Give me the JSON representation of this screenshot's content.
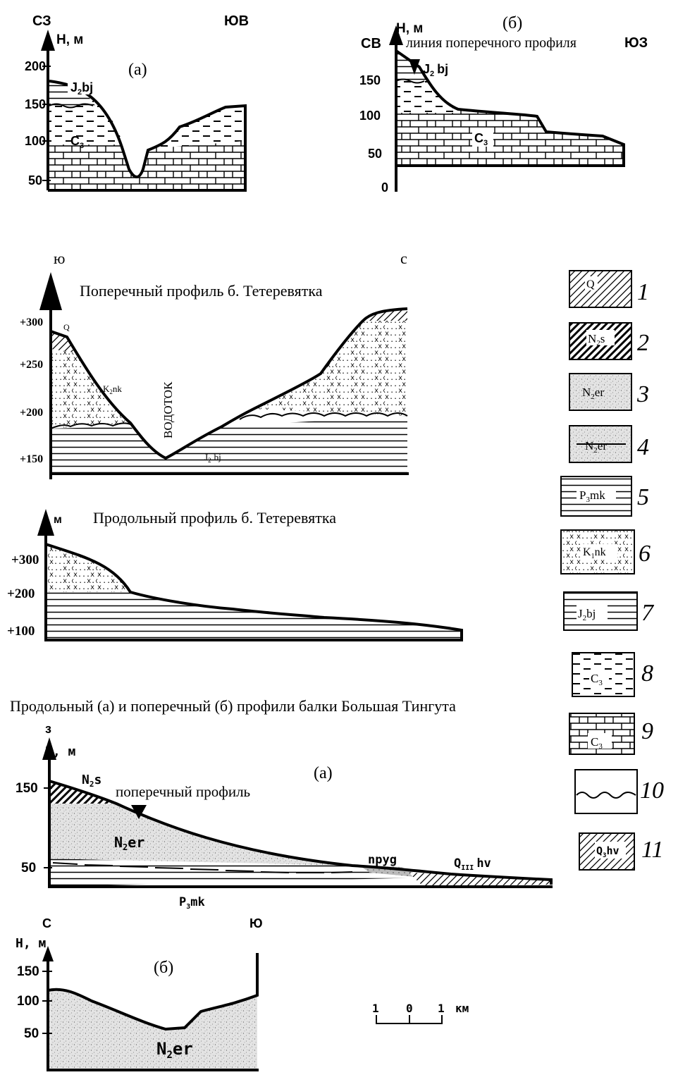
{
  "top_a": {
    "dir_left": "СЗ",
    "dir_right": "ЮВ",
    "axis": "Н, м",
    "label": "(а)",
    "ticks": [
      "200",
      "150",
      "100",
      "50"
    ],
    "unit_j": "J",
    "unit_j_sub": "2",
    "unit_j_rest": "bj",
    "unit_c": "C",
    "unit_c_sub": "3"
  },
  "top_b": {
    "label": "(б)",
    "axis": "Н, м",
    "dir_left": "СВ",
    "dir_right": "ЮЗ",
    "profile_line": "линия поперечного профиля",
    "ticks": [
      "150",
      "100",
      "50",
      "0"
    ],
    "unit_j": "J",
    "unit_j_sub": "2",
    "unit_j_rest": "bj",
    "unit_c": "C",
    "unit_c_sub": "3"
  },
  "cross": {
    "dir_left": "ю",
    "dir_right": "с",
    "title": "Поперечный профиль б. Тетеревятка",
    "ticks": [
      "+300",
      "+250",
      "+200",
      "+150"
    ],
    "q": "Q",
    "k": "K",
    "k_sub": "2",
    "k_rest": "nk",
    "stream": "ВОДОТОК",
    "j": "J",
    "j_sub": "2",
    "j_rest": "bj"
  },
  "longp": {
    "axis": "м",
    "title": "Продольный профиль б. Тетеревятка",
    "ticks": [
      "+300",
      "+200",
      "+100"
    ]
  },
  "tingut": {
    "title": "Продольный (а) и поперечный (б) профили балки Большая Тингута",
    "dir": "з",
    "axis": "Н, м",
    "label": "(а)",
    "ticks": [
      "150",
      "50"
    ],
    "n2s": "N",
    "n2s_sub": "2",
    "n2s_rest": "s",
    "profile": "поперечный профиль",
    "n2er": "N",
    "n2er_sub": "2",
    "n2er_rest": "er",
    "npyg": "npyg",
    "qhv": "Q",
    "qhv_sub": "III",
    "qhv_rest": "hv",
    "pmk": "P",
    "pmk_sub": "3",
    "pmk_rest": "mk"
  },
  "tingut_b": {
    "dir_left": "С",
    "dir_right": "Ю",
    "axis": "Н, м",
    "label": "(б)",
    "ticks": [
      "150",
      "100",
      "50"
    ],
    "n2er": "N",
    "n2er_sub": "2",
    "n2er_rest": "er"
  },
  "scale": {
    "left": "1",
    "mid": "0",
    "right": "1",
    "unit": "км"
  },
  "legend": [
    {
      "num": "1",
      "text": "Q"
    },
    {
      "num": "2",
      "text": "N",
      "sub": "2",
      "rest": "s"
    },
    {
      "num": "3",
      "text": "N",
      "sub": "2",
      "rest": "er"
    },
    {
      "num": "4",
      "text": "N",
      "sub": "2",
      "rest": "er"
    },
    {
      "num": "5",
      "text": "P",
      "sub": "3",
      "rest": "mk"
    },
    {
      "num": "6",
      "text": "K",
      "sub": "1",
      "rest": "nk"
    },
    {
      "num": "7",
      "text": "J",
      "sub": "2",
      "rest": "bj"
    },
    {
      "num": "8",
      "text": "C",
      "sub": "3",
      "rest": ""
    },
    {
      "num": "9",
      "text": "C",
      "sub": "3",
      "rest": ""
    },
    {
      "num": "10",
      "text": ""
    },
    {
      "num": "11",
      "text": "Q",
      "sub": "3",
      "rest": "hv"
    }
  ]
}
